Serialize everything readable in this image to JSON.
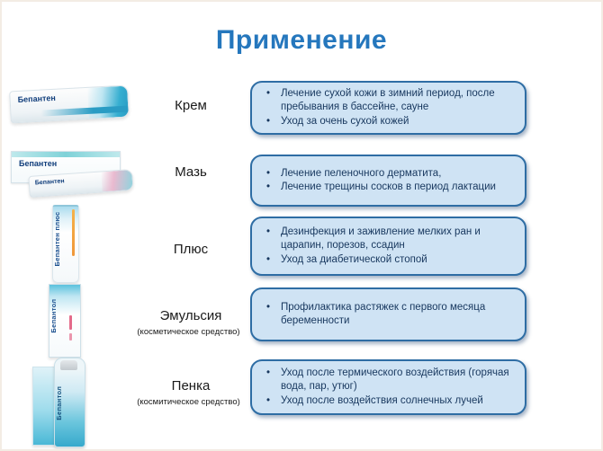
{
  "page": {
    "title": "Применение"
  },
  "colors": {
    "title_blue": "#2577bd",
    "box_fill": "#cfe3f4",
    "box_border": "#2e6da4",
    "box_text": "#17375e",
    "brand_blue": "#1a4f8f",
    "product_teal": "#35aed0"
  },
  "rows": [
    {
      "label": "Крем",
      "sublabel": "",
      "product_brand": "Бепантен",
      "bullets": [
        "Лечение сухой кожи в зимний период, после пребывания в бассейне, сауне",
        "Уход за очень сухой кожей"
      ]
    },
    {
      "label": "Мазь",
      "sublabel": "",
      "product_brand": "Бепантен",
      "bullets": [
        "Лечение пеленочного дерматита,",
        "Лечение трещины сосков в период лактации"
      ]
    },
    {
      "label": "Плюс",
      "sublabel": "",
      "product_brand": "Бепантен плюс",
      "bullets": [
        "Дезинфекция и заживление мелких ран и царапин, порезов, ссадин",
        "Уход за диабетической стопой"
      ]
    },
    {
      "label": "Эмульсия",
      "sublabel": "(косметическое средство)",
      "product_brand": "Бепантол",
      "bullets": [
        "Профилактика растяжек с первого месяца беременности"
      ]
    },
    {
      "label": "Пенка",
      "sublabel": "(космитическое средство)",
      "product_brand": "Бепантол",
      "bullets": [
        "Уход после термического воздействия (горячая вода, пар, утюг)",
        "Уход после воздействия солнечных лучей"
      ]
    }
  ]
}
